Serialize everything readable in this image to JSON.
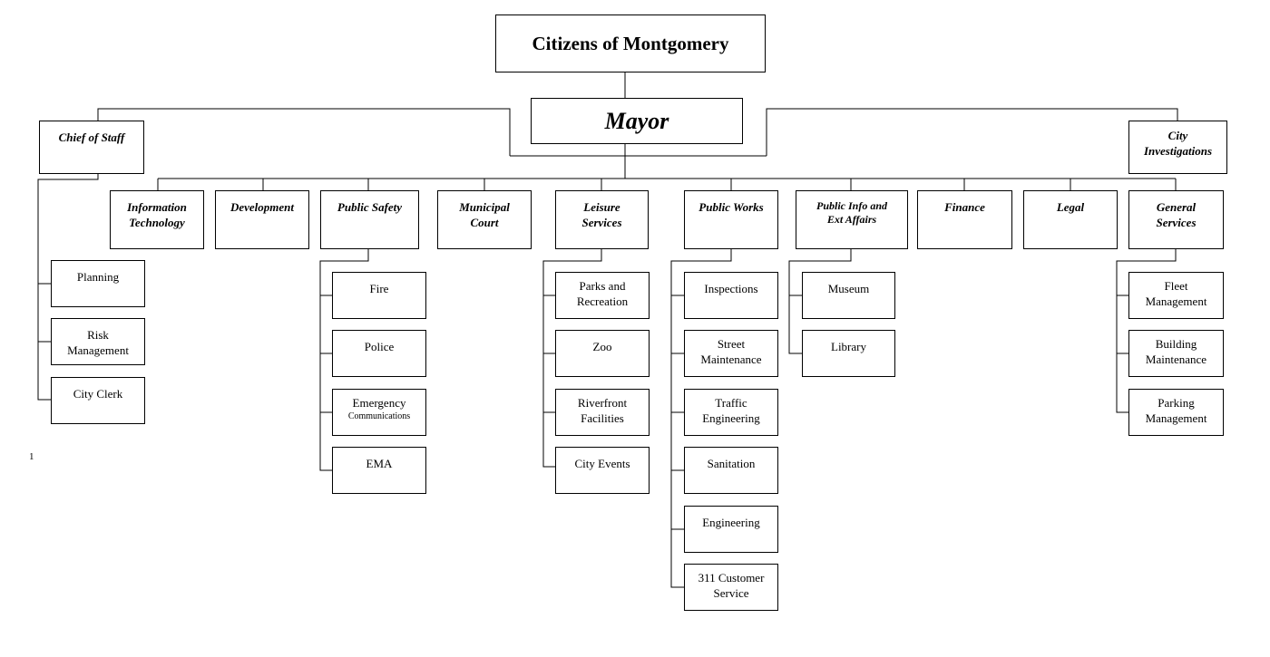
{
  "top": {
    "citizens": "Citizens of Montgomery",
    "mayor": "Mayor"
  },
  "side": {
    "chief_of_staff": "Chief of Staff",
    "city_investigations": "City\nInvestigations"
  },
  "staff_units": [
    "Planning",
    "Risk\nManagement",
    "City Clerk"
  ],
  "departments": [
    {
      "label": "Information\nTechnology"
    },
    {
      "label": "Development"
    },
    {
      "label": "Public Safety",
      "children": [
        "Fire",
        "Police",
        "Emergency",
        "EMA"
      ],
      "child_sub": [
        "",
        "",
        "Communications",
        ""
      ]
    },
    {
      "label": "Municipal\nCourt"
    },
    {
      "label": "Leisure\nServices",
      "children": [
        "Parks and\nRecreation",
        "Zoo",
        "Riverfront\nFacilities",
        "City Events"
      ]
    },
    {
      "label": "Public Works",
      "children": [
        "Inspections",
        "Street\nMaintenance",
        "Traffic\nEngineering",
        "Sanitation",
        "Engineering",
        "311 Customer\nService"
      ]
    },
    {
      "label": "Public Info and\nExt Affairs",
      "children": [
        "Museum",
        "Library"
      ]
    },
    {
      "label": "Finance"
    },
    {
      "label": "Legal"
    },
    {
      "label": "General\nServices",
      "children": [
        "Fleet\nManagement",
        "Building\nMaintenance",
        "Parking\nManagement"
      ]
    }
  ],
  "footnote": "1"
}
